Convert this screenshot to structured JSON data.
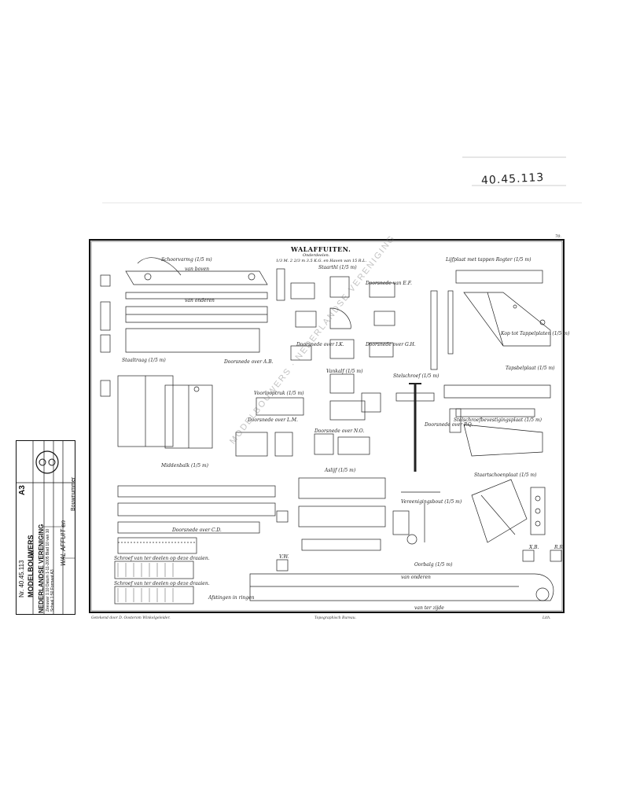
{
  "handwritten_number": "40.45.113",
  "sheet": {
    "page_number": "70.",
    "title": "WALAFFUITEN.",
    "subtitle": "Onderdeelen.",
    "scale_note": "1/3 M. 2 2/3 m 3.5 K.G. en Haven van 15 R.L.",
    "labels": {
      "schoorvarmg": "Schoorvarmg (1/5 m)",
      "boven": "van boven",
      "onderen1": "van onderen",
      "staarthl": "Staarthl (1/5 m)",
      "doorsnede_ef": "Doorsnede van E.F.",
      "doorsnede_ik": "Doorsnede over I.K.",
      "doorsnede_gh": "Doorsnede over G.H.",
      "lijfplaat": "Lijfplaat met tappen Rogter (1/5 m)",
      "kop_lateral": "Kop tot Tappelplaten (1/5 m)",
      "staaltraag": "Staaltraag (1/5 m)",
      "doorsnede_ab": "Doorsnede over A.B.",
      "voorlooptruk": "Voorlooptruk (1/5 m)",
      "vankalf": "Vankalf (1/5 m)",
      "stelschroef": "Stelschroef (1/5 m)",
      "tapsbelplaat": "Tapsbelplaat (1/5 m)",
      "doorsnede_lm": "Doorsnede over L.M.",
      "doorsnede_no": "Doorsnede over N.O.",
      "doorsnede_pq": "Doorsnede over P.Q.",
      "stelschroef_plaat": "Stelschroefbevestigingsplaat (1/5 m)",
      "middenbalk": "Middenbalk (1/5 m)",
      "aslijf": "Aslijf (1/5 m)",
      "staartschoe": "Staartschoenplaat (1/5 m)",
      "doorsnede_cd": "Doorsnede over C.D.",
      "vereeniging": "Vereenigingsbout (1/5 m)",
      "oorbalg": "Oorbalg (1/5 m)",
      "onderen2": "van onderen",
      "zijde": "van ter zijde",
      "schroef1": "Schroef van ter deelen op deze draaien.",
      "schroef2": "Schroef van ter deelen op deze draaien.",
      "aftekeningen": "Afstingen in ringen",
      "xb": "X.B.",
      "rr": "R.R.",
      "vw": "V.W."
    },
    "footer": {
      "left": "Getekend door D. Oosterom Winkelgeleider.",
      "middle": "Topographisch Bureau.",
      "right": "Lith."
    },
    "watermark": "MODELBOUWERS · NEDERLANDSE VERENIGING"
  },
  "stamp": {
    "bouwnummer": "Bouwnummer",
    "onderwerp": "WAL AFFUIT en",
    "schaal_label": "Schaal",
    "schaal_value": "1:50",
    "formaat_label": "Formaat",
    "formaat_value": "A3",
    "zeeaar_label": "Zeeuwar",
    "zeeaar_value": "1:10",
    "datum_label": "Datum",
    "datum_value": "1-11-2005",
    "blad_label": "Blad",
    "blad_value": "10 van 10",
    "org_line1": "NEDERLANDSE VERENIGING",
    "org_line2": "VAN",
    "org_line3": "MODELBOUWERS",
    "code_prefix": "A3",
    "nr_label": "Nr.",
    "nr_value": "40.45.113"
  }
}
